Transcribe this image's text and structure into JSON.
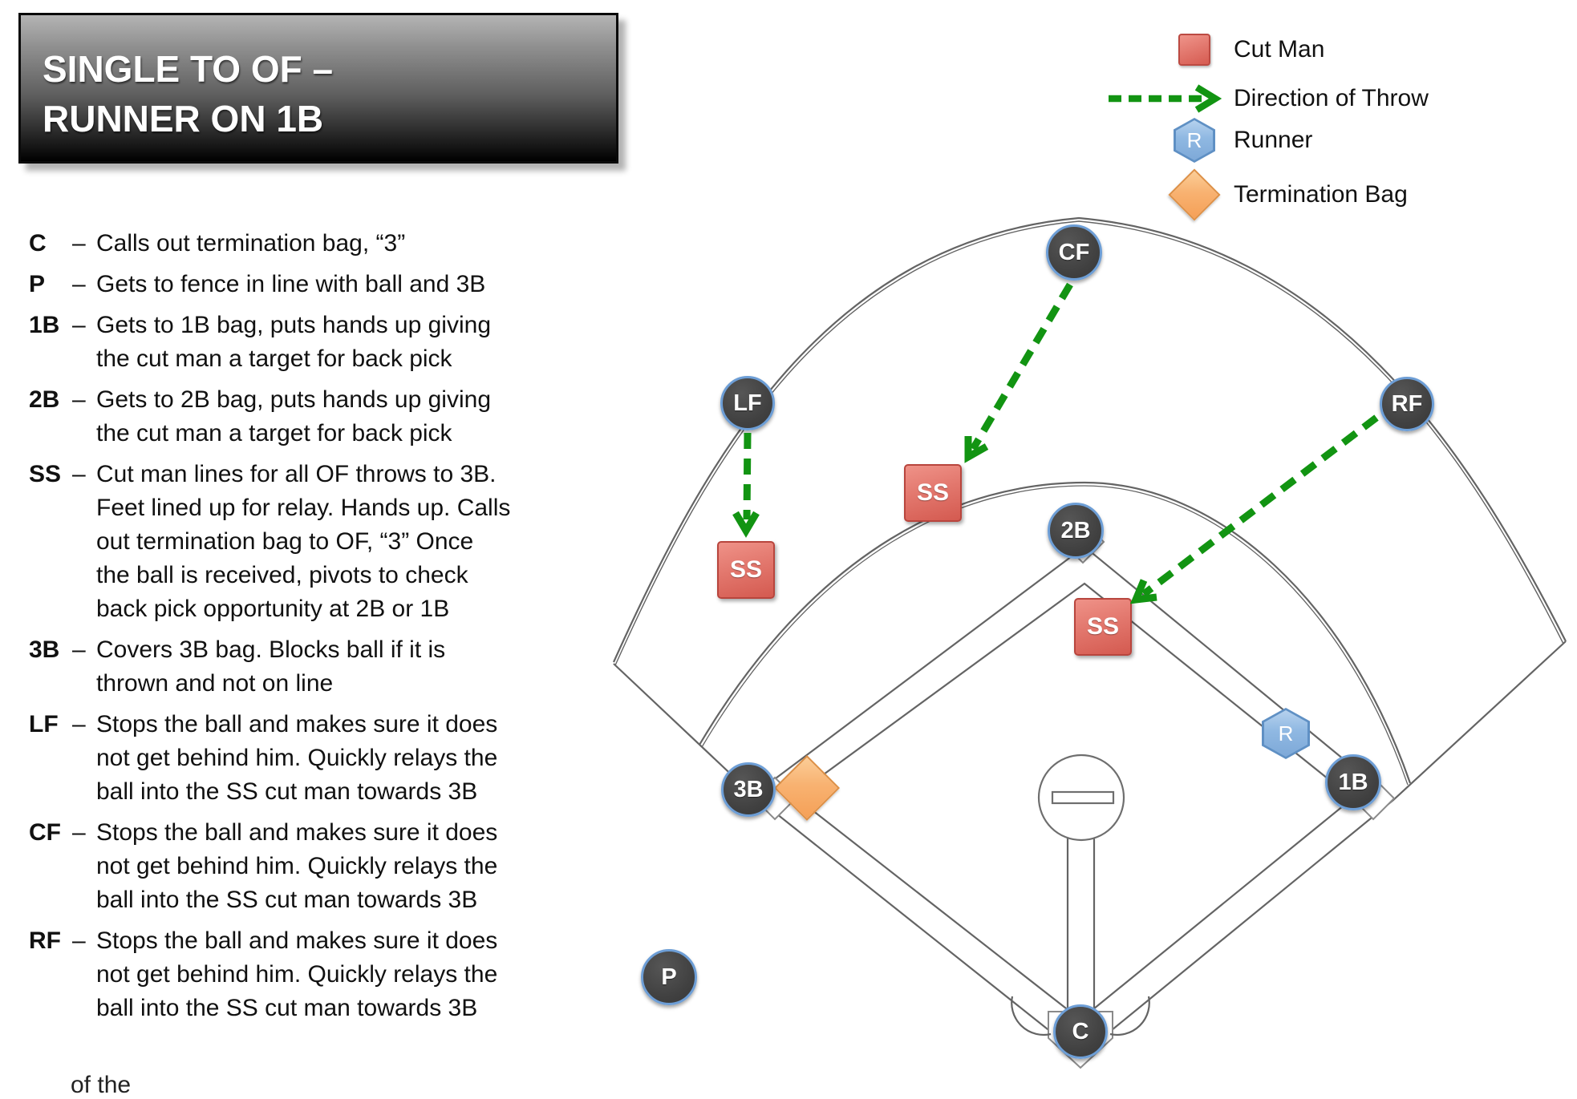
{
  "title": {
    "line1": "SINGLE TO OF –",
    "line2": "RUNNER ON 1B"
  },
  "glyphs": {
    "dash": "–"
  },
  "legend": {
    "items": [
      {
        "icon": "cut-man-square",
        "label": "Cut Man"
      },
      {
        "icon": "throw-arrow",
        "label": "Direction of Throw"
      },
      {
        "icon": "runner-hexagon",
        "label": "Runner"
      },
      {
        "icon": "termination-bag-diamond",
        "label": "Termination Bag"
      }
    ]
  },
  "notes": [
    {
      "label": "C",
      "lines": [
        "Calls out termination bag, “3”"
      ]
    },
    {
      "label": "P",
      "lines": [
        "Gets to fence in line with ball and 3B"
      ]
    },
    {
      "label": "1B",
      "lines": [
        "Gets to 1B bag, puts hands up giving",
        "the cut man a target for back pick"
      ]
    },
    {
      "label": "2B",
      "lines": [
        "Gets to 2B bag, puts hands up giving",
        "the cut man a target for back pick"
      ]
    },
    {
      "label": "SS",
      "lines": [
        "Cut man lines for all OF throws to 3B.",
        "Feet lined up for relay.  Hands up.  Calls",
        "out termination bag to OF, “3”  Once",
        "the ball is received, pivots to check",
        "back pick opportunity at 2B or 1B"
      ]
    },
    {
      "label": "3B",
      "lines": [
        "Covers 3B bag.  Blocks ball if it is",
        "thrown and not on line"
      ]
    },
    {
      "label": "LF",
      "lines": [
        "Stops the ball and makes sure it does",
        "not get behind him.  Quickly relays the",
        "ball into the SS cut man towards 3B"
      ]
    },
    {
      "label": "CF",
      "lines": [
        "Stops the ball and makes sure it does",
        "not get behind him.  Quickly relays the",
        "ball into the SS cut man towards 3B"
      ]
    },
    {
      "label": "RF",
      "lines": [
        "Stops the ball and makes sure it does",
        "not get behind him.  Quickly relays the",
        "ball into the SS cut man towards 3B"
      ]
    }
  ],
  "field": {
    "markers": {
      "c": "C",
      "p": "P",
      "b1": "1B",
      "b2": "2B",
      "b3": "3B",
      "ss": "SS",
      "lf": "LF",
      "cf": "CF",
      "rf": "RF",
      "runner": "R"
    }
  },
  "colors": {
    "throw_arrow_green": "#129412",
    "cut_man_red": "#e2776d",
    "runner_blue": "#8fb8e2",
    "termination_orange": "#f8b271",
    "position_gray": "#404040",
    "position_ring_blue": "#6d9ed6",
    "field_line_gray": "#646464"
  },
  "footer": {
    "fragment": "of the"
  }
}
